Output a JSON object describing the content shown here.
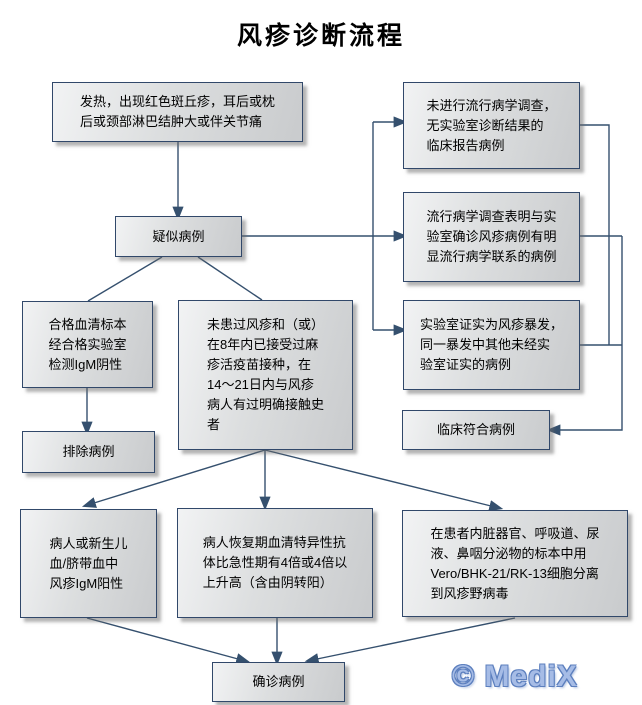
{
  "title": "风疹诊断流程",
  "watermark": "© MediX",
  "colors": {
    "line": "#35506e",
    "box_border": "#31486a",
    "box_fill_light": "#f2f3f4",
    "box_fill_dark": "#c9cbcd",
    "watermark_fill": "#a6bce6",
    "watermark_outline": "#5c7fbe",
    "text": "#000000",
    "background": "#ffffff"
  },
  "nodes": {
    "symptoms": {
      "text": "发热，出现红色斑丘疹，耳后或枕\n后或颈部淋巴结肿大或伴关节痛"
    },
    "suspected": {
      "text": "疑似病例"
    },
    "no_survey": {
      "text": "未进行流行病学调查，\n无实验室诊断结果的\n临床报告病例"
    },
    "epi_link": {
      "text": "流行病学调查表明与实\n验室确诊风疹病例有明\n显流行病学联系的病例"
    },
    "outbreak": {
      "text": "实验室证实为风疹暴发，\n同一暴发中其他未经实\n验室证实的病例"
    },
    "clinical_match": {
      "text": "临床符合病例"
    },
    "igm_negative": {
      "text": "合格血清标本\n经合格实验室\n检测IgM阴性"
    },
    "excluded": {
      "text": "排除病例"
    },
    "exposure": {
      "text": "未患过风疹和（或）\n在8年内已接受过麻\n疹活疫苗接种，在\n14～21日内与风疹\n病人有过明确接触史\n者"
    },
    "igm_positive": {
      "text": "病人或新生儿\n血/脐带血中\n风疹IgM阳性"
    },
    "titer_rise": {
      "text": "病人恢复期血清特异性抗\n体比急性期有4倍或4倍以\n上升高（含由阴转阳）"
    },
    "virus_isolation": {
      "text": "在患者内脏器官、呼吸道、尿\n液、鼻咽分泌物的标本中用\nVero/BHK-21/RK-13细胞分离\n到风疹野病毒"
    },
    "confirmed": {
      "text": "确诊病例"
    }
  },
  "edges": [
    {
      "from": "symptoms",
      "to": "suspected",
      "arrow": true
    },
    {
      "from": "suspected",
      "to": "no_survey",
      "arrow": true
    },
    {
      "from": "suspected",
      "to": "epi_link",
      "arrow": true
    },
    {
      "from": "suspected",
      "to": "outbreak",
      "arrow": true
    },
    {
      "from": "suspected",
      "to": "igm_negative",
      "arrow": false
    },
    {
      "from": "suspected",
      "to": "exposure",
      "arrow": false
    },
    {
      "from": "igm_negative",
      "to": "excluded",
      "arrow": true
    },
    {
      "from": "no_survey",
      "to": "clinical_match",
      "arrow": true
    },
    {
      "from": "epi_link",
      "to": "clinical_match",
      "arrow": true
    },
    {
      "from": "outbreak",
      "to": "clinical_match",
      "arrow": true
    },
    {
      "from": "exposure",
      "to": "igm_positive",
      "arrow": true
    },
    {
      "from": "exposure",
      "to": "titer_rise",
      "arrow": true
    },
    {
      "from": "exposure",
      "to": "virus_isolation",
      "arrow": true
    },
    {
      "from": "igm_positive",
      "to": "confirmed",
      "arrow": true
    },
    {
      "from": "titer_rise",
      "to": "confirmed",
      "arrow": true
    },
    {
      "from": "virus_isolation",
      "to": "confirmed",
      "arrow": true
    }
  ]
}
